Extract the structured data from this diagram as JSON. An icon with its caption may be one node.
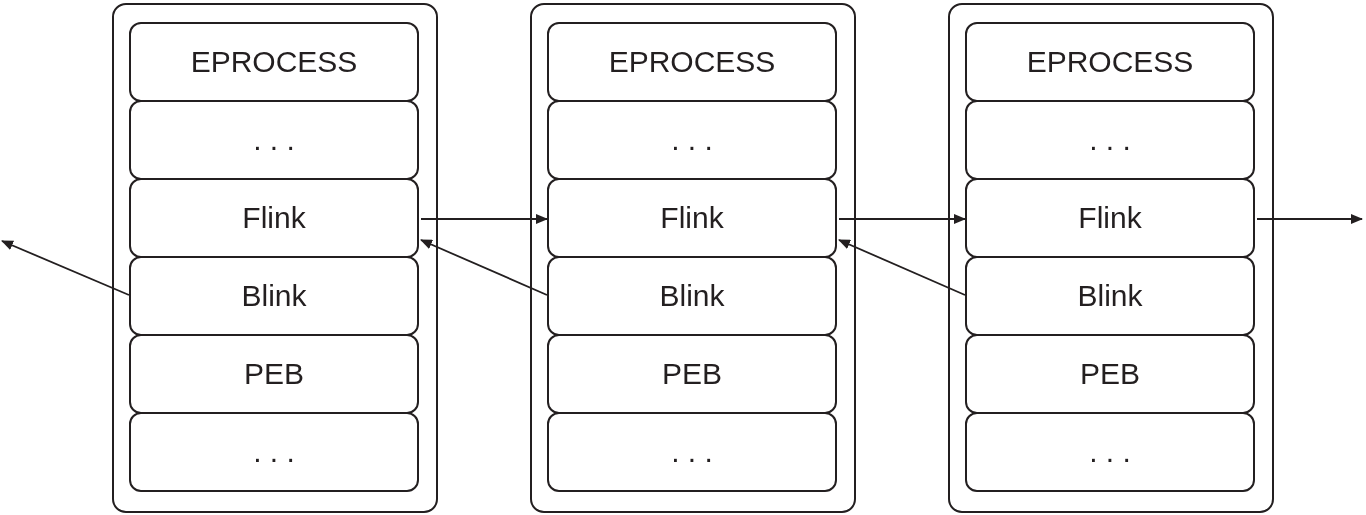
{
  "diagram": {
    "nodes": [
      {
        "text": [],
        "shape": "box"
      },
      {
        "text": [
          "EPROCESS"
        ],
        "in": 0
      },
      {
        "text": [
          ". . ."
        ],
        "in": 0
      },
      {
        "text": [
          "Flink"
        ],
        "in": 0
      },
      {
        "text": [
          "Blink"
        ],
        "in": 0
      },
      {
        "text": [
          "PEB"
        ],
        "in": 0
      },
      {
        "text": [
          ". . ."
        ],
        "in": 0
      },
      {
        "text": [],
        "shape": "box"
      },
      {
        "text": [
          "EPROCESS"
        ],
        "in": 7
      },
      {
        "text": [
          ". . ."
        ],
        "in": 7
      },
      {
        "text": [
          "Flink"
        ],
        "in": 7
      },
      {
        "text": [
          "Blink"
        ],
        "in": 7
      },
      {
        "text": [
          "PEB"
        ],
        "in": 7
      },
      {
        "text": [
          ". . ."
        ],
        "in": 7
      },
      {
        "text": [],
        "shape": "box"
      },
      {
        "text": [
          "EPROCESS"
        ],
        "in": 14
      },
      {
        "text": [
          ". . ."
        ],
        "in": 14
      },
      {
        "text": [
          "Flink"
        ],
        "in": 14
      },
      {
        "text": [
          "Blink"
        ],
        "in": 14
      },
      {
        "text": [
          "PEB"
        ],
        "in": 14
      },
      {
        "text": [
          ". . ."
        ],
        "in": 14
      }
    ],
    "edges": [
      {
        "from": 4,
        "to": null,
        "arrow": "to"
      },
      {
        "from": 3,
        "to": 10,
        "arrow": "to"
      },
      {
        "from": 11,
        "to": 3,
        "arrow": "to"
      },
      {
        "from": 10,
        "to": 17,
        "arrow": "to"
      },
      {
        "from": 18,
        "to": 10,
        "arrow": "to"
      },
      {
        "from": 17,
        "to": null,
        "arrow": "to"
      }
    ]
  }
}
